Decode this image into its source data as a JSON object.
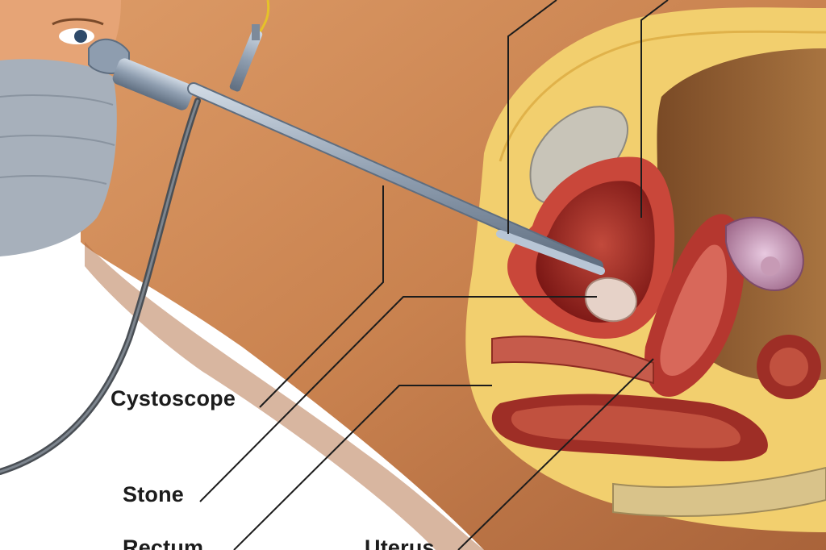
{
  "labels": {
    "cystoscope": "Cystoscope",
    "stone": "Stone",
    "rectum": "Rectum",
    "uterus": "Uterus"
  },
  "icons": [
    "surgeon-mask",
    "cystoscope-instrument",
    "light-cable",
    "bladder-stone"
  ],
  "colors": {
    "background": "#ffffff",
    "skin": "#c9824f",
    "fat_tissue": "#f2cf6e",
    "muscle_tissue": "#b5372f",
    "bladder_lining": "#8e1d1b",
    "instrument": "#9aa8b8",
    "mask": "#a7b0bb",
    "label_text": "#1c1c1c"
  }
}
